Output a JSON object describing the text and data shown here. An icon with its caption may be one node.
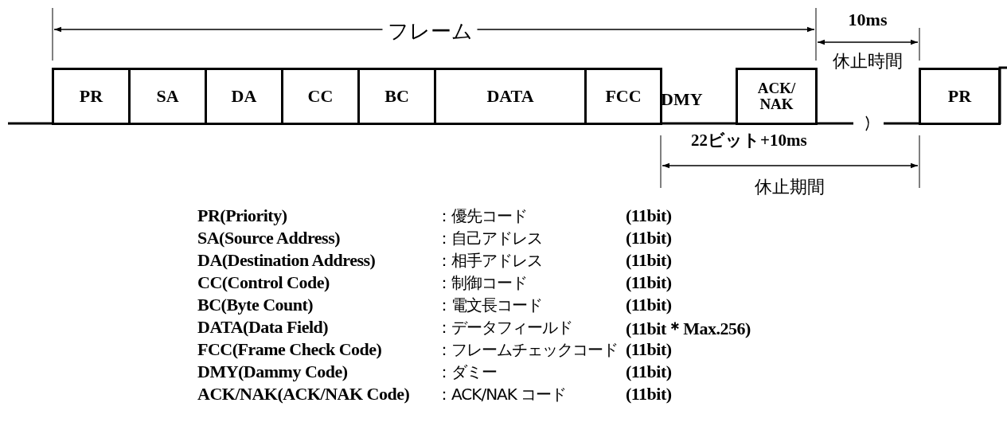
{
  "diagram": {
    "nodes": [
      {
        "text": [
          "PR"
        ]
      },
      {
        "text": [
          "SA"
        ]
      },
      {
        "text": [
          "DA"
        ]
      },
      {
        "text": [
          "CC"
        ]
      },
      {
        "text": [
          "BC"
        ]
      },
      {
        "text": [
          "DATA"
        ]
      },
      {
        "text": [
          "FCC"
        ]
      },
      {
        "text": [
          "ACK/ NAK"
        ]
      },
      {
        "text": [
          "PR"
        ]
      }
    ],
    "edges": [],
    "labels": [
      "フレーム",
      "10ms",
      "休止時間",
      "DMY",
      "22ビット+10ms",
      "休止期間",
      "PR(Priority)",
      "：優先コード",
      "(11bit)",
      "SA(Source Address)",
      "：自己アドレス",
      "(11bit)",
      "DA(Destination Address)",
      "：相手アドレス",
      "(11bit)",
      "CC(Control Code)",
      "：制御コード",
      "(11bit)",
      "BC(Byte Count)",
      "：電文長コード",
      "(11bit)",
      "DATA(Data Field)",
      "：データフィールド",
      "(11bit＊Max.256)",
      "FCC(Frame Check Code)",
      "：フレームチェックコード",
      "(11bit)",
      "DMY(Dammy Code)",
      "：ダミー",
      "(11bit)",
      "ACK/NAK(ACK/NAK Code)",
      "：ACK/NAK コード",
      "(11bit)"
    ]
  }
}
